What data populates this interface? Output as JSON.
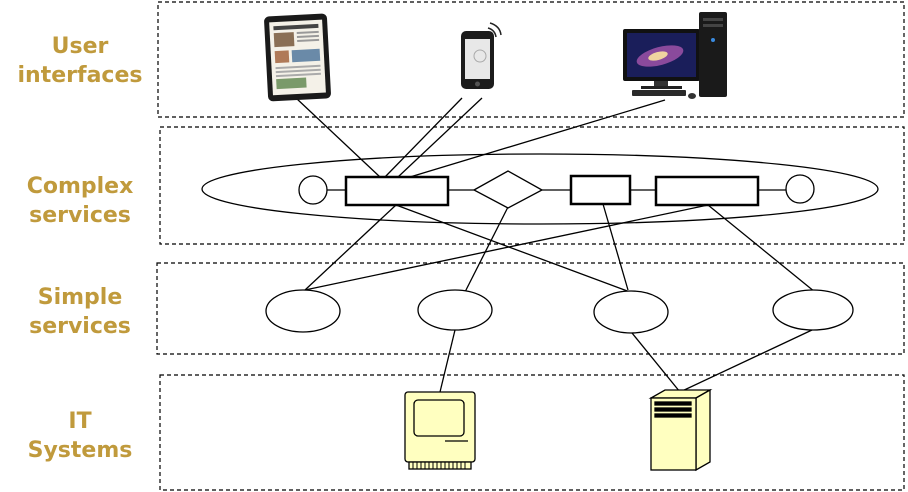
{
  "layers": [
    {
      "id": "user-interfaces",
      "label_lines": [
        "User",
        "interfaces"
      ]
    },
    {
      "id": "complex-services",
      "label_lines": [
        "Complex",
        "services"
      ]
    },
    {
      "id": "simple-services",
      "label_lines": [
        "Simple",
        "services"
      ]
    },
    {
      "id": "it-systems",
      "label_lines": [
        "IT",
        "Systems"
      ]
    }
  ],
  "devices": [
    {
      "name": "tablet-icon"
    },
    {
      "name": "smartphone-icon"
    },
    {
      "name": "desktop-computer-icon"
    }
  ],
  "it_systems": [
    {
      "name": "classic-computer-icon"
    },
    {
      "name": "server-tower-icon"
    }
  ],
  "colors": {
    "label": "#c09a3c",
    "it_system_fill": "#ffffc0",
    "line": "#000000"
  }
}
